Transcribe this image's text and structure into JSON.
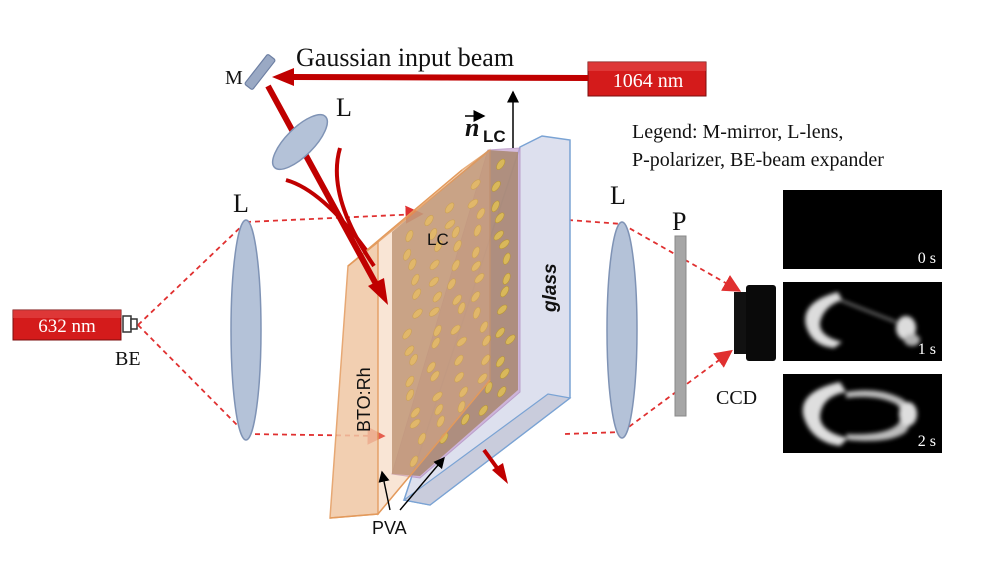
{
  "lasers": {
    "ir": {
      "label": "1064 nm",
      "color": "#d41b1b"
    },
    "red": {
      "label": "632 nm",
      "color": "#d41b1b"
    }
  },
  "beam": {
    "label": "Gaussian  input beam",
    "color": "#c00000"
  },
  "labels": {
    "mirror": "M",
    "lens_top": "L",
    "lens_left": "L",
    "lens_right": "L",
    "polarizer": "P",
    "beam_expander": "BE",
    "ccd": "CCD",
    "lc": "LC",
    "bto": "BTO:Rh",
    "glass": "glass",
    "pva": "PVA",
    "director_symbol": "n",
    "director_sub": "LC"
  },
  "legend": {
    "line1": "Legend: M-mirror, L-lens,",
    "line2": "P-polarizer, BE-beam expander"
  },
  "frames": [
    {
      "time": "0 s",
      "state": "dark"
    },
    {
      "time": "1 s",
      "state": "partial ring"
    },
    {
      "time": "2 s",
      "state": "ring"
    }
  ],
  "colors": {
    "lens": "#b4c2d8",
    "bto": "#f0c7a4",
    "glass": "#dde0ee",
    "lc_molecule": "#d9b85a",
    "probe_beam": "#e03030"
  }
}
